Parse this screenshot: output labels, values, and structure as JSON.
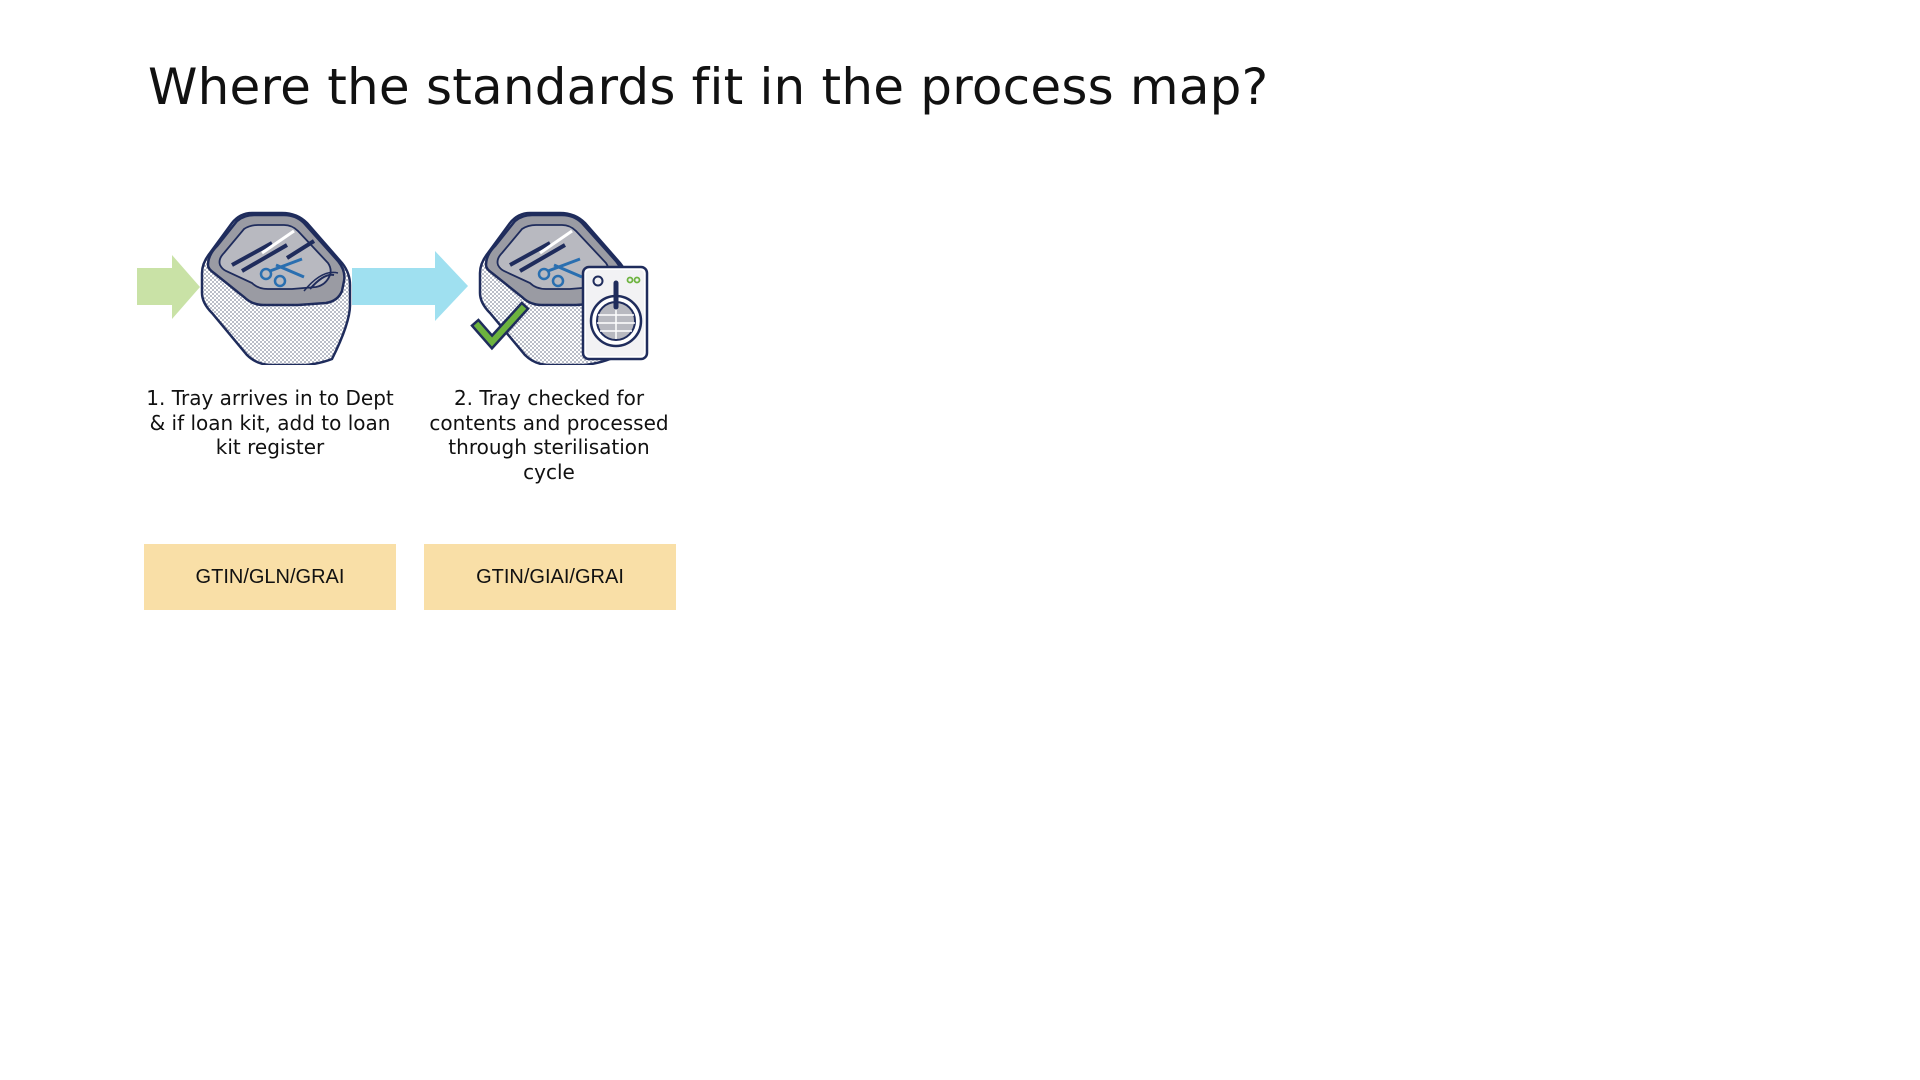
{
  "title": "Where the standards fit in the process map?",
  "steps": [
    {
      "caption": "1. Tray arrives in to Dept & if loan kit, add to loan kit register",
      "standards": "GTIN/GLN/GRAI",
      "arrow_color": "#c9e2a6"
    },
    {
      "caption": "2. Tray checked for contents and processed through sterilisation cycle",
      "standards": "GTIN/GIAI/GRAI",
      "arrow_color": "#9fe0f0"
    }
  ],
  "colors": {
    "standard_box": "#f9dfa7",
    "tray_outline": "#1f2c5c",
    "instrument_blue": "#2a6fb0",
    "check_green": "#6db33f"
  },
  "icons": [
    "arrow-right-icon",
    "surgical-tray-icon",
    "checkmark-icon",
    "steriliser-machine-icon"
  ]
}
